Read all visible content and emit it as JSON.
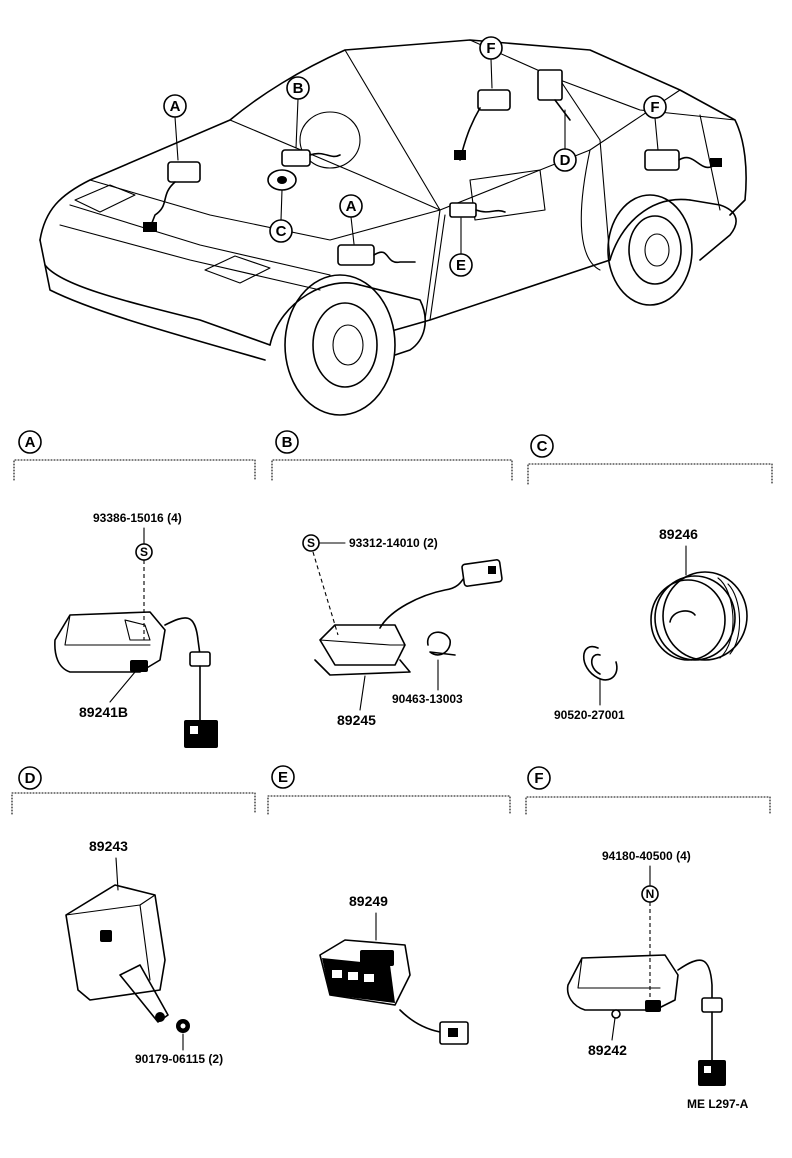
{
  "callouts": {
    "a1": "A",
    "b": "B",
    "c": "C",
    "a2": "A",
    "f1": "F",
    "d": "D",
    "e": "E",
    "f2": "F"
  },
  "sections": [
    {
      "letter": "A",
      "parts": {
        "bolt": "93386-15016 (4)",
        "bolt_symbol": "S",
        "unit": "89241B"
      }
    },
    {
      "letter": "B",
      "parts": {
        "bolt": "93312-14010 (2)",
        "bolt_symbol": "S",
        "unit": "89245",
        "clamp": "90463-13003"
      }
    },
    {
      "letter": "C",
      "parts": {
        "unit": "89246",
        "ring": "90520-27001"
      }
    },
    {
      "letter": "D",
      "parts": {
        "unit": "89243",
        "nut": "90179-06115 (2)"
      }
    },
    {
      "letter": "E",
      "parts": {
        "unit": "89249"
      }
    },
    {
      "letter": "F",
      "parts": {
        "nut": "94180-40500 (4)",
        "nut_symbol": "N",
        "unit": "89242"
      }
    }
  ],
  "footer": {
    "code": "ME  L297-A"
  }
}
